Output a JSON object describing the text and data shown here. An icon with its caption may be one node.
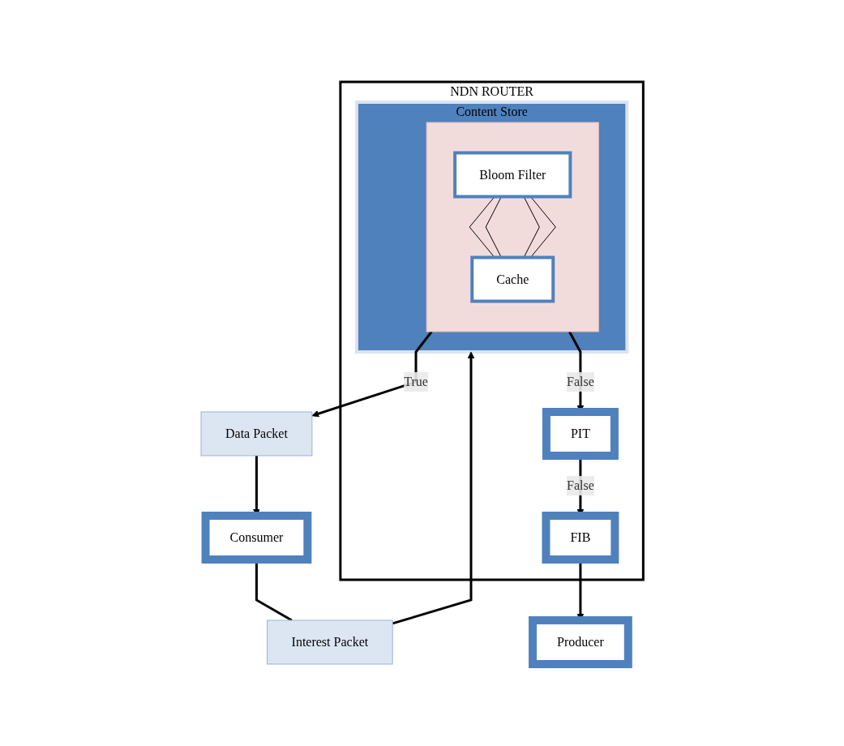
{
  "diagram": {
    "nodes": [
      {
        "text": [
          "Consumer"
        ]
      },
      {
        "text": [
          "Producer"
        ]
      },
      {
        "text": [
          "Interest Packet"
        ]
      },
      {
        "text": [
          "Data Packet"
        ]
      },
      {
        "text": [
          "NDN ROUTER"
        ]
      },
      {
        "text": [
          "Content Store"
        ],
        "in": 4
      },
      {
        "text": [],
        "shape": "box",
        "in": 5
      },
      {
        "text": [
          "Bloom Filter"
        ],
        "in": 6
      },
      {
        "text": [
          "Cache"
        ],
        "in": 6
      },
      {
        "text": [
          "FIB"
        ],
        "in": 4
      },
      {
        "text": [
          "PIT"
        ],
        "in": 4
      }
    ],
    "edges": [
      {
        "from": 0,
        "to": 2,
        "arrow": "none"
      },
      {
        "from": 2,
        "to": 5,
        "arrow": "to"
      },
      {
        "from": 6,
        "to": 3,
        "label": "True",
        "arrow": "to"
      },
      {
        "from": 3,
        "to": 0,
        "arrow": "to"
      },
      {
        "from": 6,
        "to": 10,
        "label": "False",
        "arrow": "to"
      },
      {
        "from": 10,
        "to": 9,
        "label": "False",
        "arrow": "to"
      },
      {
        "from": 9,
        "to": 1,
        "arrow": "to"
      },
      {
        "from": 7,
        "to": 8,
        "arrow": "none"
      },
      {
        "from": 7,
        "to": 8,
        "arrow": "none"
      },
      {
        "from": 7,
        "to": 8,
        "arrow": "none"
      },
      {
        "from": 7,
        "to": 8,
        "arrow": "none"
      }
    ]
  }
}
